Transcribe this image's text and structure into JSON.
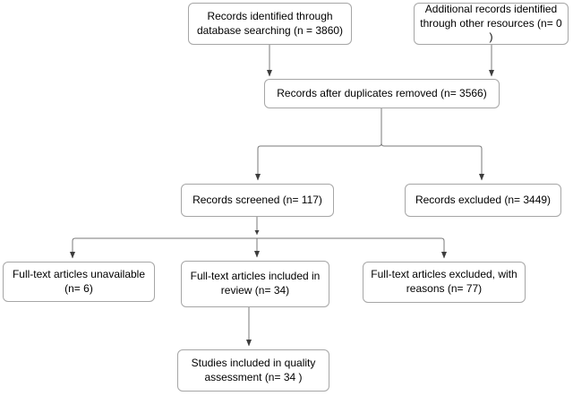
{
  "colors": {
    "page-bg": "#ffffff",
    "box-fill": "#ffffff",
    "box-border": "#a6a6a6",
    "text": "#000000",
    "line": "#787878",
    "arrow": "#3d3d3d"
  },
  "flowchart": {
    "type": "prisma-flow-diagram",
    "boxes": [
      {
        "id": "records-identified",
        "label": "Records identified through\ndatabase searching (n = 3860)"
      },
      {
        "id": "additional-records",
        "label": "Additional records identified\nthrough other resources (n= 0 )"
      },
      {
        "id": "duplicates-removed",
        "label": "Records after duplicates removed (n= 3566)"
      },
      {
        "id": "records-screened",
        "label": "Records screened (n= 117)"
      },
      {
        "id": "records-excluded",
        "label": "Records excluded (n= 3449)"
      },
      {
        "id": "fulltext-unavailable",
        "label": "Full-text articles unavailable\n(n= 6)"
      },
      {
        "id": "fulltext-included",
        "label": "Full-text articles included in\nreview (n= 34)"
      },
      {
        "id": "fulltext-excluded",
        "label": "Full-text articles excluded, with\nreasons (n= 77)"
      },
      {
        "id": "quality-assessment",
        "label": "Studies included in quality\nassessment (n= 34 )"
      }
    ],
    "values": {
      "database_searching_n": 3860,
      "other_resources_n": 0,
      "after_duplicates_n": 3566,
      "screened_n": 117,
      "excluded_n": 3449,
      "fulltext_unavailable_n": 6,
      "fulltext_included_in_review_n": 34,
      "fulltext_excluded_n": 77,
      "quality_assessment_n": 34
    }
  }
}
